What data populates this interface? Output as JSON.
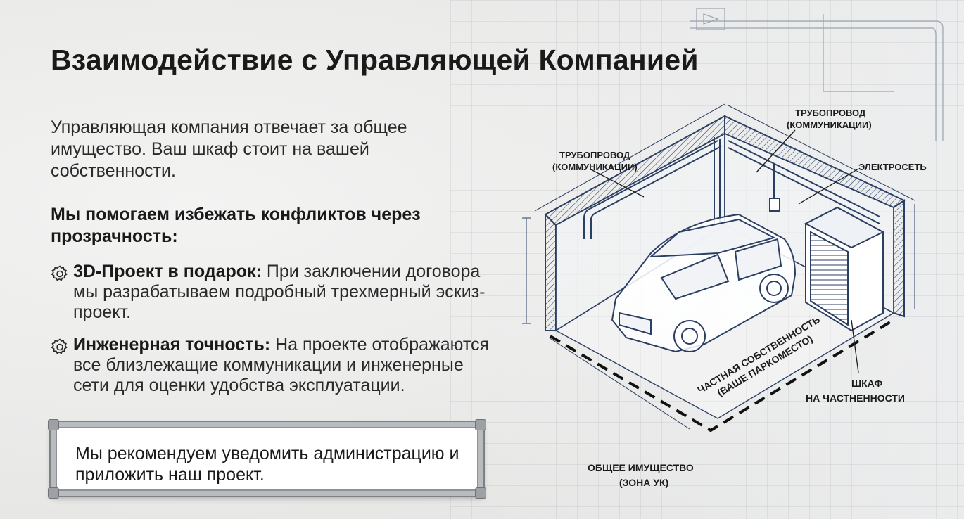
{
  "slide": {
    "title": "Взаимодействие с Управляющей Компанией",
    "intro": "Управляющая компания отвечает за общее имущество. Ваш шкаф стоит на вашей собственности.",
    "subhead": "Мы помогаем избежать конфликтов через прозрачность:",
    "features": [
      {
        "icon": "gear-icon",
        "bold": "3D-Проект в подарок:",
        "text": " При заключении договора мы разрабатываем подробный трехмерный эскиз-проект."
      },
      {
        "icon": "gear-icon",
        "bold": "Инженерная точность:",
        "text": " На проекте отображаются все близлежащие коммуникации и инженерные сети для оценки удобства эксплуатации."
      }
    ],
    "callout": "Мы рекомендуем уведомить администрацию и приложить наш проект."
  },
  "illustration": {
    "labels": {
      "pipe_left_1": "ТРУБОПРОВОД",
      "pipe_left_2": "(КОММУНИКАЦИИ)",
      "pipe_top_1": "ТРУБОПРОВОД",
      "pipe_top_2": "(КОММУНИКАЦИИ)",
      "electric": "ЭЛЕКТРОСЕТЬ",
      "private_1": "ЧАСТНАЯ СОБСТВЕННОСТЬ",
      "private_2": "(ВАШЕ ПАРКОМЕСТО)",
      "cabinet_1": "ШКАФ",
      "cabinet_2": "НА ЧАСТНЕННОСТИ",
      "common_1": "ОБЩЕЕ ИМУЩЕСТВО",
      "common_2": "(ЗОНА УК)"
    },
    "colors": {
      "line": "#2b3f63",
      "accent": "#1f2f4f"
    }
  }
}
